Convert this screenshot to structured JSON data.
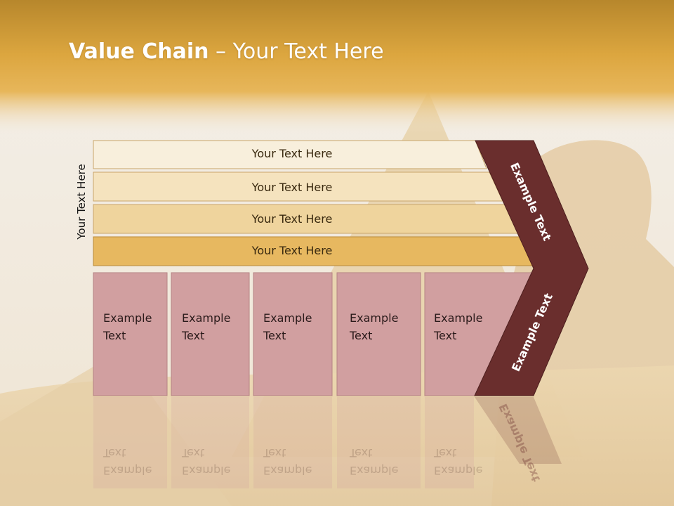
{
  "title": {
    "bold": "Value Chain",
    "rest": " – Your Text Here"
  },
  "side_label": "Your Text Here",
  "bands": [
    {
      "label": "Your Text Here",
      "color": "#f8efdc"
    },
    {
      "label": "Your Text Here",
      "color": "#f5e3be"
    },
    {
      "label": "Your Text Here",
      "color": "#efd49d"
    },
    {
      "label": "Your Text Here",
      "color": "#e7b860"
    }
  ],
  "boxes": [
    {
      "line1": "Example",
      "line2": "Text"
    },
    {
      "line1": "Example",
      "line2": "Text"
    },
    {
      "line1": "Example",
      "line2": "Text"
    },
    {
      "line1": "Example",
      "line2": "Text"
    },
    {
      "line1": "Example",
      "line2": "Text"
    }
  ],
  "chevron": {
    "upper": "Example Text",
    "lower": "Example Text",
    "color": "#6a2e2d"
  },
  "colors": {
    "header": "#d9a43b",
    "box": "#d19fa0",
    "box_border": "#b58383"
  }
}
